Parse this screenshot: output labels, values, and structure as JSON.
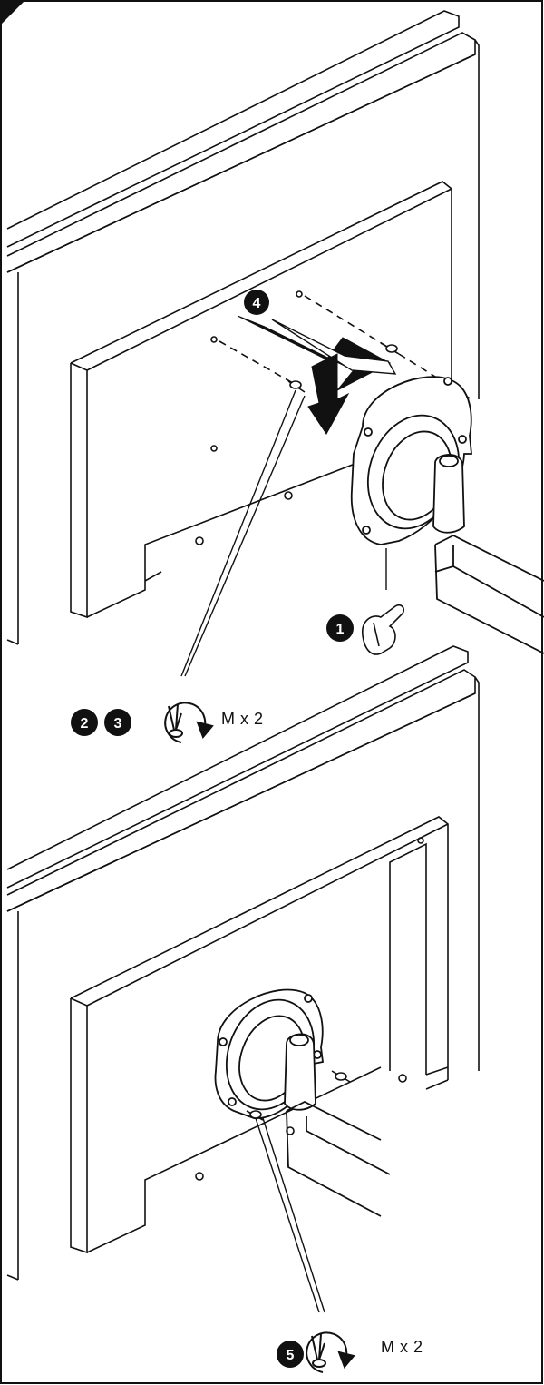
{
  "steps": [
    {
      "number": "1",
      "icon": "hand-hold-icon"
    },
    {
      "number": "2",
      "icon": "screw-rotate-icon"
    },
    {
      "number": "3",
      "icon": "screw-rotate-icon"
    },
    {
      "number": "4",
      "icon": "slide-arrow-icon"
    },
    {
      "number": "5",
      "icon": "screw-rotate-icon"
    }
  ],
  "screw_callouts": {
    "top": "M x 2",
    "bottom": "M x 2"
  },
  "colors": {
    "line": "#111111",
    "badge": "#111111",
    "background": "#ffffff"
  }
}
